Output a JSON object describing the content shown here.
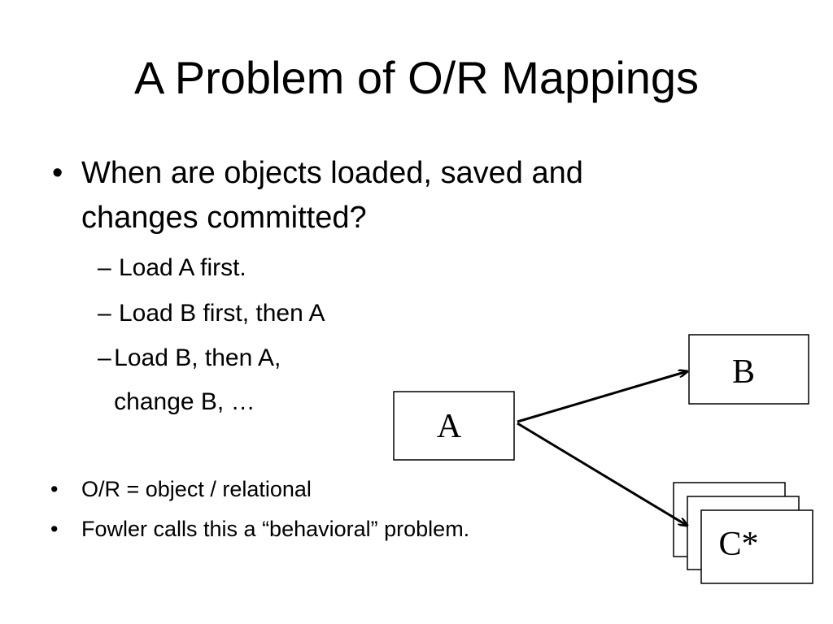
{
  "slide": {
    "title": "A Problem of O/R Mappings",
    "bullet_char": "•",
    "dash_char": "–",
    "main_bullet": "When are objects loaded, saved and changes committed?",
    "sub_bullets": [
      "Load A first.",
      "Load B first, then A",
      "Load B, then A, change B, …"
    ],
    "notes": [
      "O/R = object / relational",
      "Fowler calls this a “behavioral” problem."
    ]
  },
  "diagram": {
    "nodes": {
      "a": "A",
      "b": "B",
      "c": "C*"
    }
  }
}
